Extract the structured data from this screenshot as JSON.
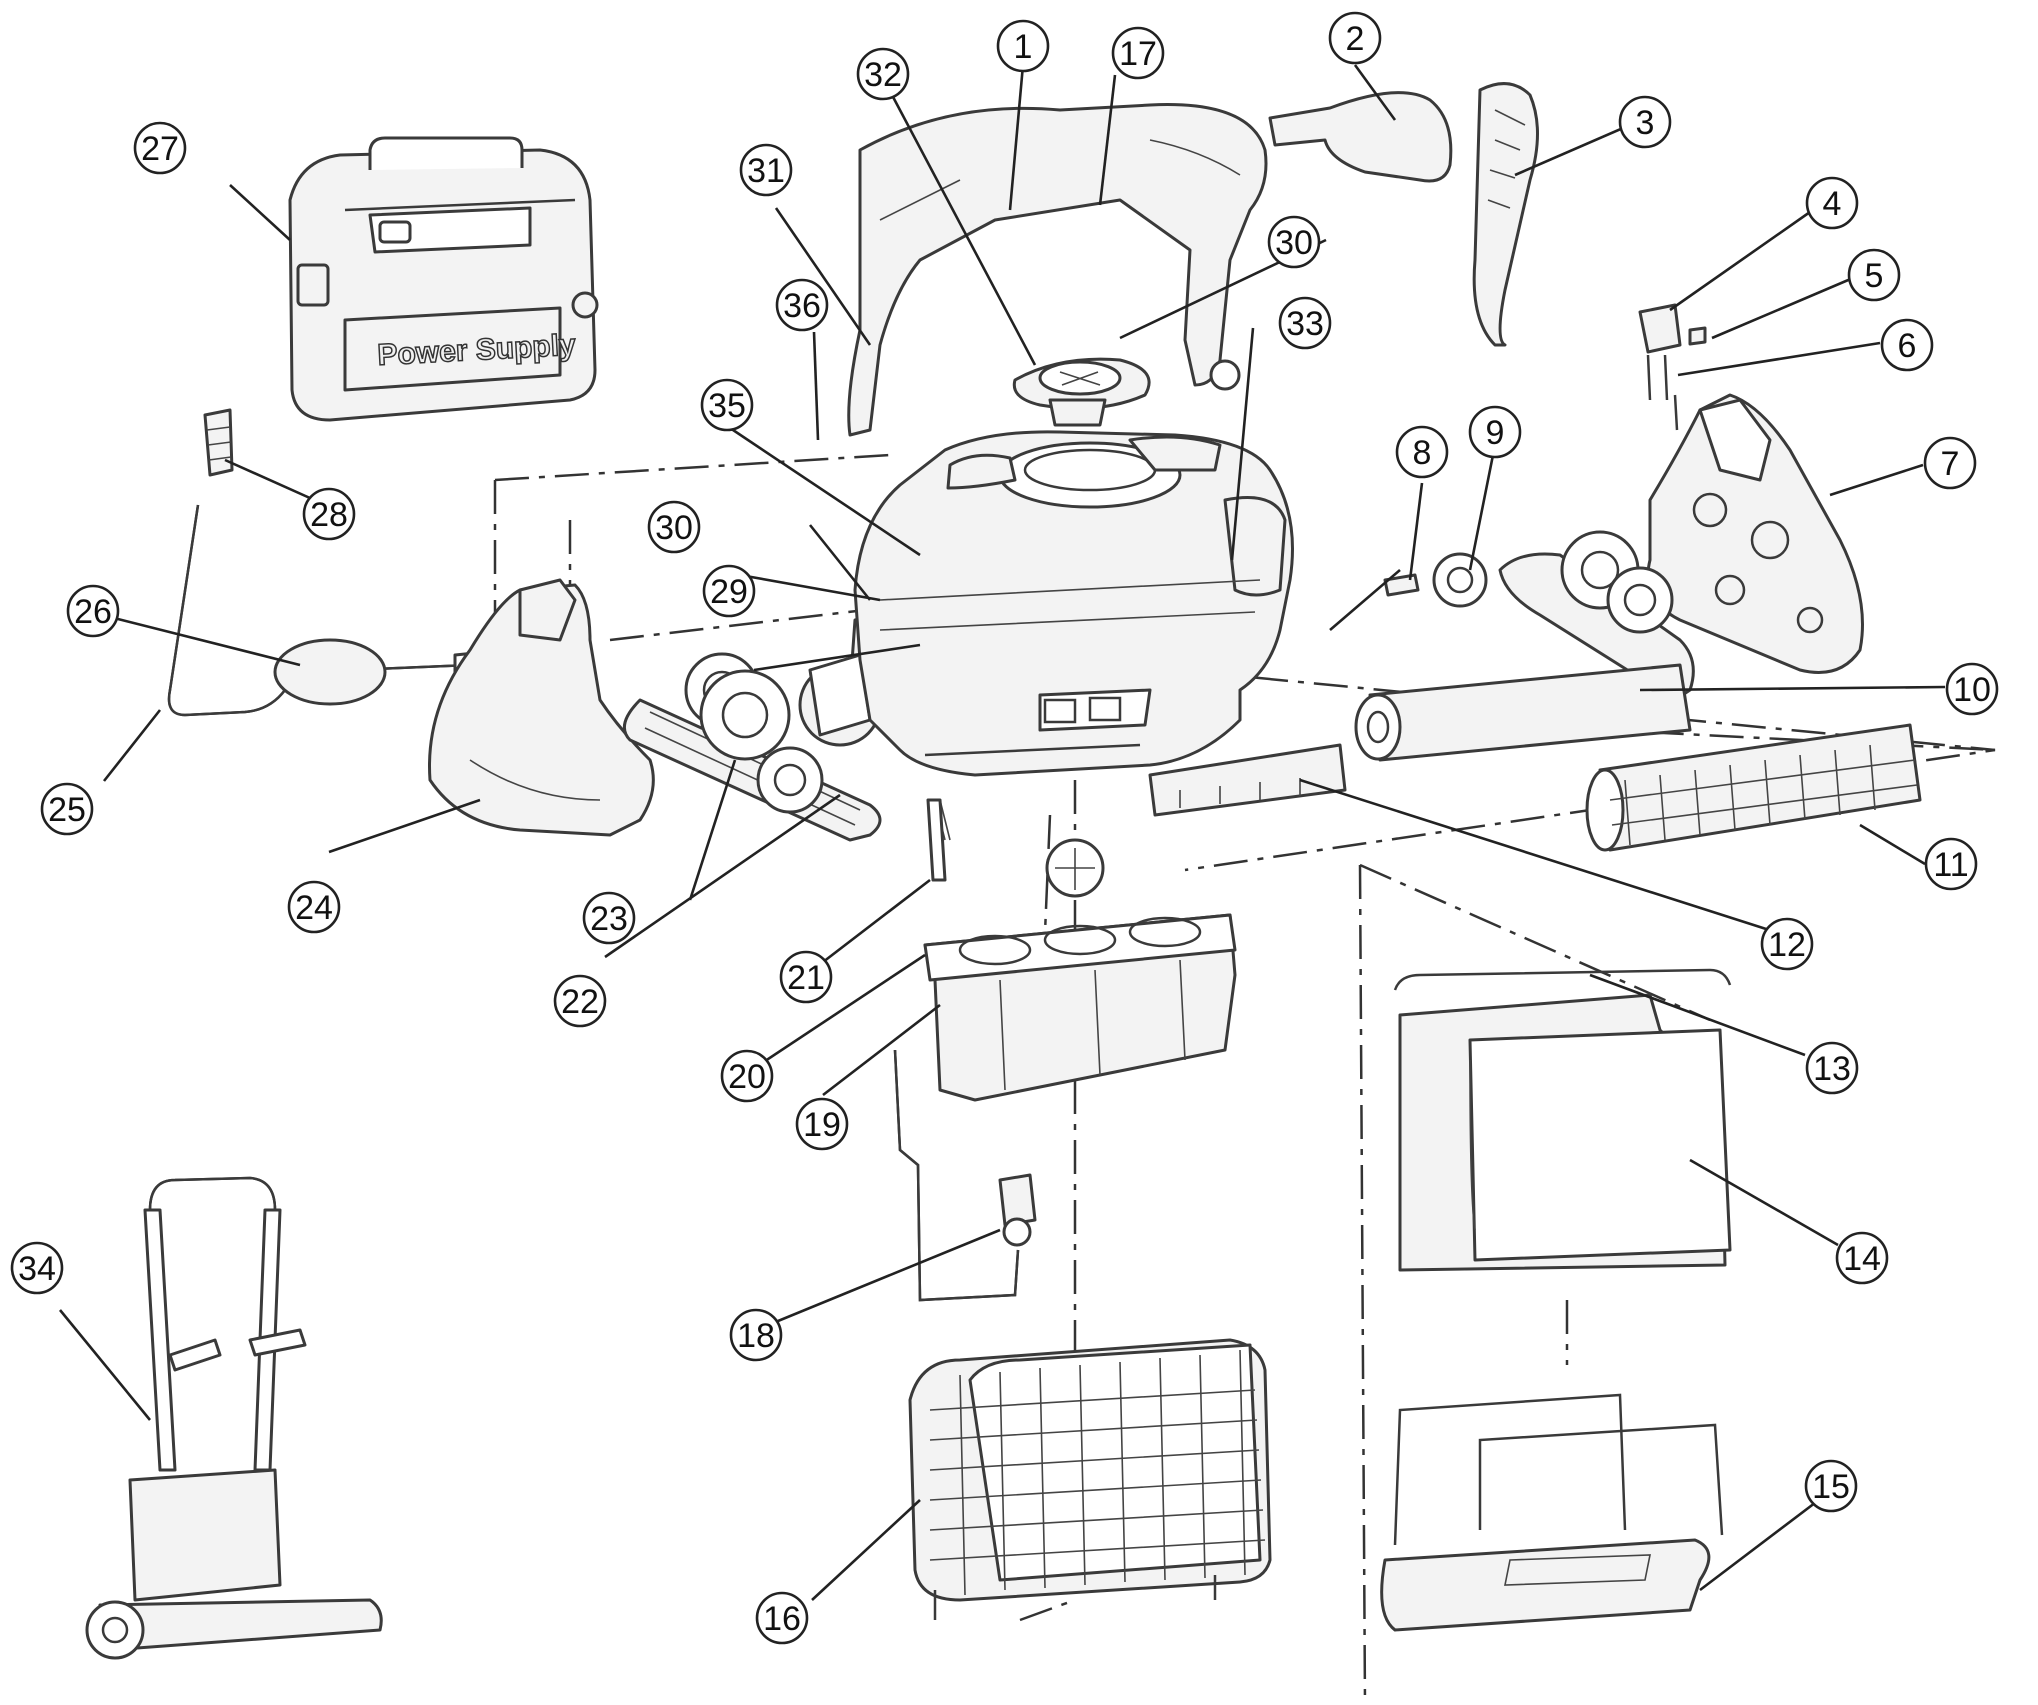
{
  "diagram": {
    "power_supply_label": "Power Supply",
    "callouts": [
      {
        "id": "1",
        "label": "1"
      },
      {
        "id": "2",
        "label": "2"
      },
      {
        "id": "3",
        "label": "3"
      },
      {
        "id": "4",
        "label": "4"
      },
      {
        "id": "5",
        "label": "5"
      },
      {
        "id": "6",
        "label": "6"
      },
      {
        "id": "7",
        "label": "7"
      },
      {
        "id": "8",
        "label": "8"
      },
      {
        "id": "9",
        "label": "9"
      },
      {
        "id": "10",
        "label": "10"
      },
      {
        "id": "11",
        "label": "11"
      },
      {
        "id": "12",
        "label": "12"
      },
      {
        "id": "13",
        "label": "13"
      },
      {
        "id": "14",
        "label": "14"
      },
      {
        "id": "15",
        "label": "15"
      },
      {
        "id": "16",
        "label": "16"
      },
      {
        "id": "17",
        "label": "17"
      },
      {
        "id": "18",
        "label": "18"
      },
      {
        "id": "19",
        "label": "19"
      },
      {
        "id": "20",
        "label": "20"
      },
      {
        "id": "21",
        "label": "21"
      },
      {
        "id": "22",
        "label": "22"
      },
      {
        "id": "23",
        "label": "23"
      },
      {
        "id": "24",
        "label": "24"
      },
      {
        "id": "25",
        "label": "25"
      },
      {
        "id": "26",
        "label": "26"
      },
      {
        "id": "27",
        "label": "27"
      },
      {
        "id": "28",
        "label": "28"
      },
      {
        "id": "29",
        "label": "29"
      },
      {
        "id": "30a",
        "label": "30"
      },
      {
        "id": "30b",
        "label": "30"
      },
      {
        "id": "31",
        "label": "31"
      },
      {
        "id": "32",
        "label": "32"
      },
      {
        "id": "33",
        "label": "33"
      },
      {
        "id": "34",
        "label": "34"
      },
      {
        "id": "35",
        "label": "35"
      },
      {
        "id": "36",
        "label": "36"
      }
    ]
  }
}
